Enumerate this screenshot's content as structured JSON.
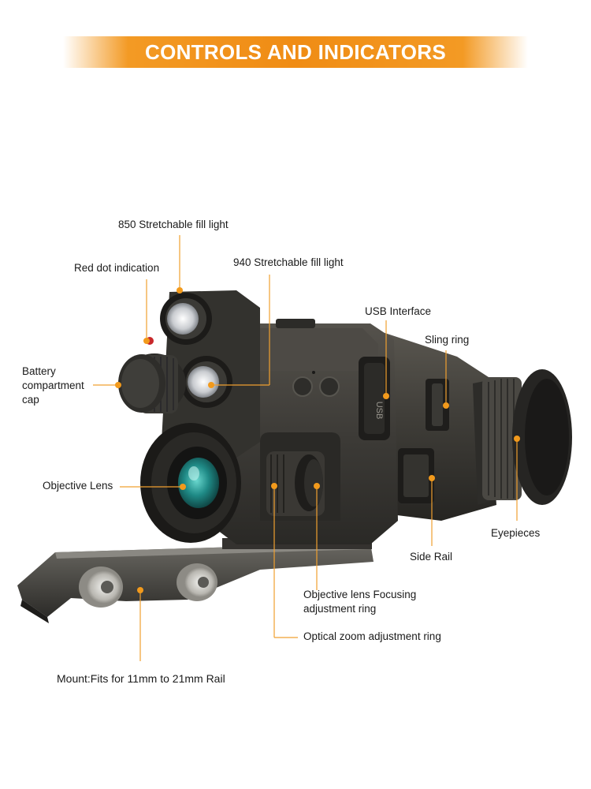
{
  "title": "CONTROLS AND INDICATORS",
  "labels": {
    "fill_850": "850 Stretchable fill light",
    "red_dot": "Red dot indication",
    "fill_940": "940 Stretchable fill light",
    "usb": "USB Interface",
    "sling": "Sling ring",
    "battery_line1": "Battery",
    "battery_line2": "compartment",
    "battery_line3": "cap",
    "objective": "Objective Lens",
    "eyepieces": "Eyepieces",
    "side_rail": "Side Rail",
    "focus_line1": "Objective lens Focusing",
    "focus_line2": "adjustment ring",
    "zoom": "Optical zoom adjustment ring",
    "mount": "Mount:Fits for 11mm to 21mm Rail"
  },
  "device_marking": "USB",
  "colors": {
    "accent": "#f08c14",
    "body_dark": "#3c3a36",
    "lens_glass": "#1f8a86"
  }
}
